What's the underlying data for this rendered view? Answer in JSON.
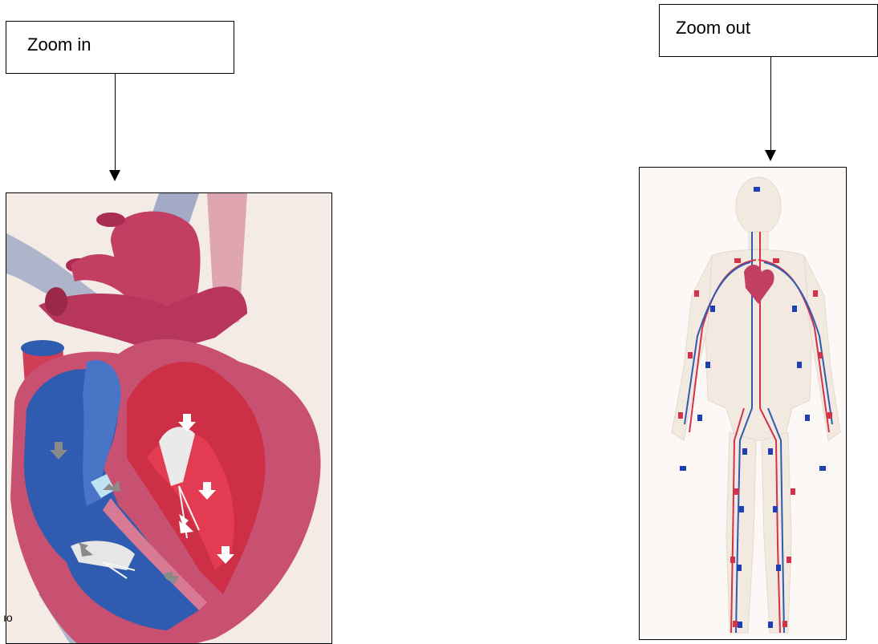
{
  "labels": {
    "zoom_in": "Zoom in",
    "zoom_out": "Zoom out"
  },
  "fragment_text": "ıo",
  "colors": {
    "artery_red": "#d2334a",
    "vein_blue": "#2f5bb0",
    "heart_wall": "#c85071",
    "background_heart": "#f4ebe6"
  },
  "images": {
    "heart": "heart-cross-section-illustration",
    "body": "human-circulatory-system-illustration"
  }
}
